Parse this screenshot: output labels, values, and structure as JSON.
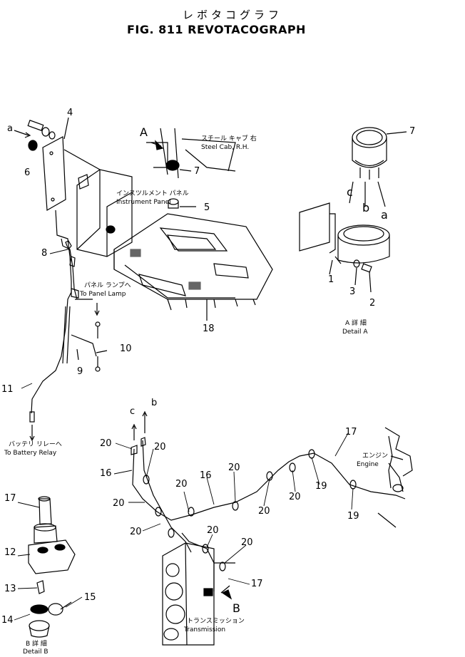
{
  "title": {
    "japanese": "レボタコグラフ",
    "english": "FIG. 811  REVOTACOGRAPH"
  },
  "annotations": {
    "steel_cab_jp": "スチール キャブ 右",
    "steel_cab_en": "Steel Cab, R.H.",
    "instrument_panel_jp": "インスツルメント パネル",
    "instrument_panel_en": "Instrument Panel",
    "panel_lamp_jp": "パネル ランプへ",
    "panel_lamp_en": "To Panel Lamp",
    "battery_relay_jp": "バッテリ リレーへ",
    "battery_relay_en": "To Battery Relay",
    "engine_jp": "エンジン",
    "engine_en": "Engine",
    "transmission_jp": "トランスミッション",
    "transmission_en": "Transmission",
    "detail_a_jp": "A 詳 細",
    "detail_a_en": "Detail A",
    "detail_b_jp": "B 詳 細",
    "detail_b_en": "Detail B"
  },
  "view_markers": {
    "a_upper": "A",
    "b_lower": "B"
  },
  "connection_labels": {
    "a": "a",
    "b": "b",
    "c": "c"
  },
  "part_numbers": {
    "n1": "1",
    "n2": "2",
    "n3": "3",
    "n4": "4",
    "n5": "5",
    "n6": "6",
    "n7": "7",
    "n8": "8",
    "n9": "9",
    "n10": "10",
    "n11": "11",
    "n12": "12",
    "n13": "13",
    "n14": "14",
    "n15": "15",
    "n16": "16",
    "n17": "17",
    "n18": "18",
    "n19": "19",
    "n20": "20"
  }
}
